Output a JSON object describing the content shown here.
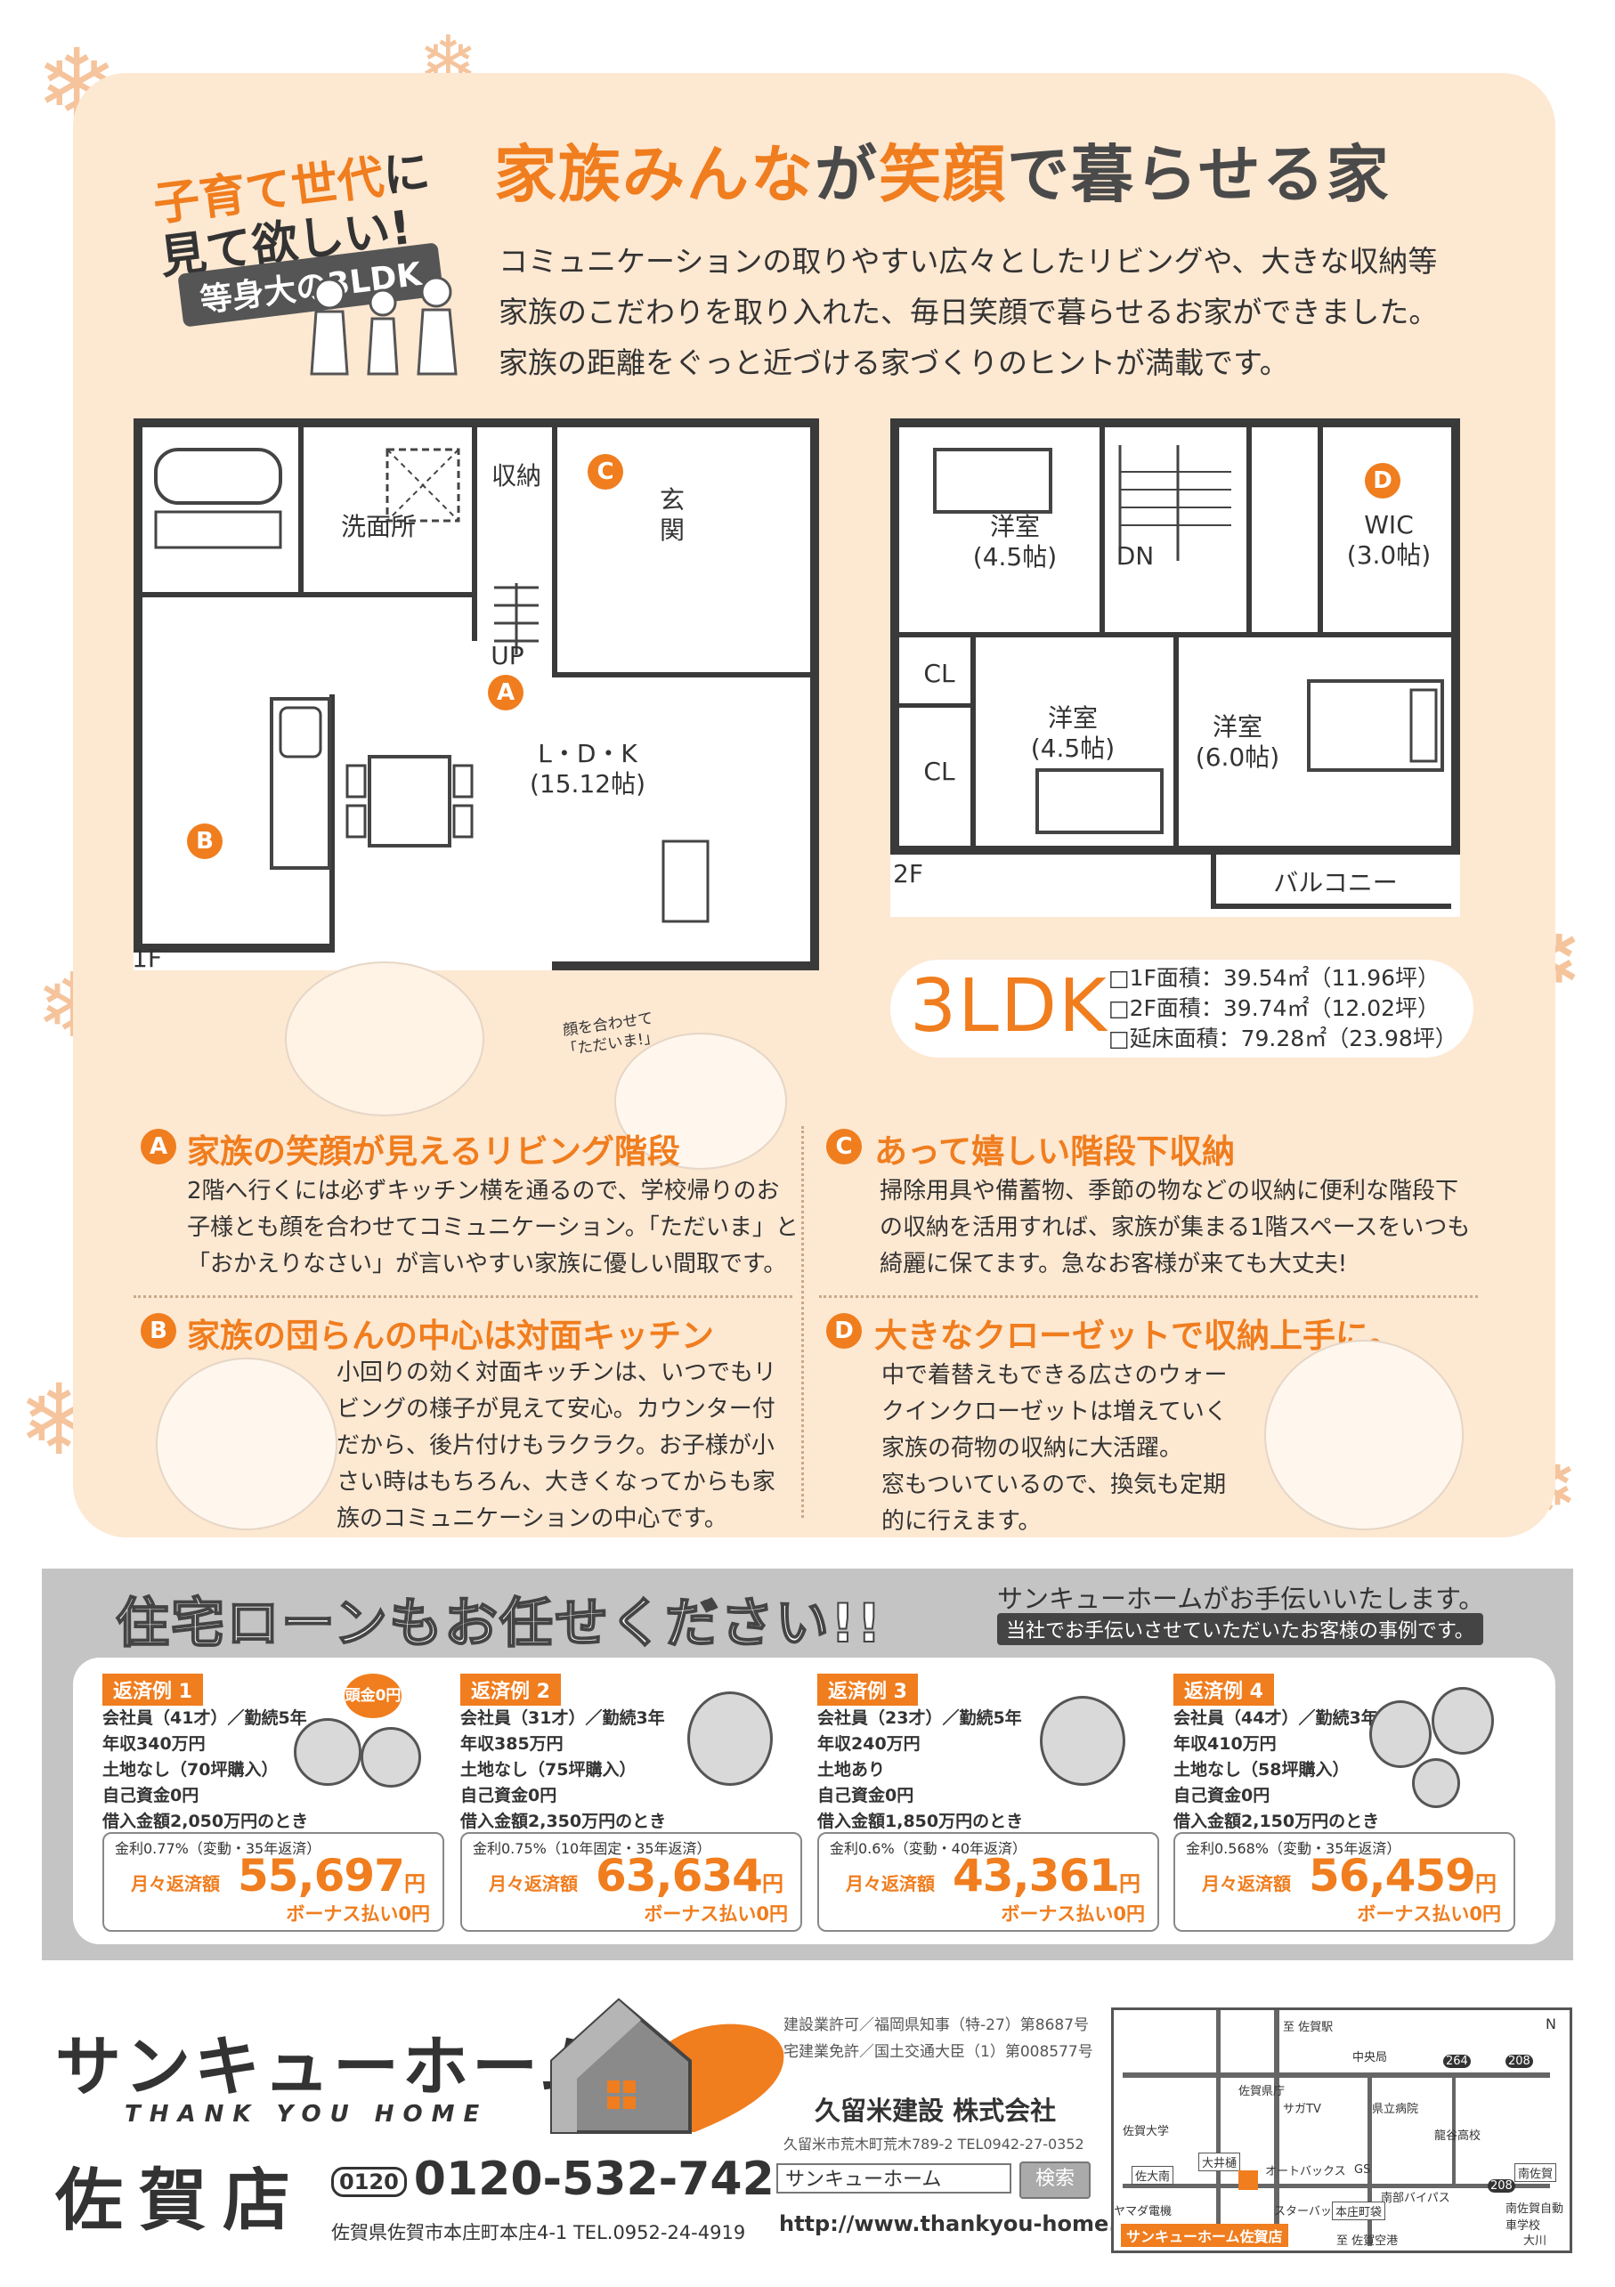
{
  "badge": {
    "line1_orange": "子育て世代",
    "line1_dark": "に",
    "line2": "見て欲しい!",
    "line3": "等身大の3LDK"
  },
  "header": {
    "title_part1": "家族みんな",
    "title_part2": "が",
    "title_part3": "笑顔",
    "title_part4": "で暮らせる家",
    "intro": [
      "コミュニケーションの取りやすい広々としたリビングや、大きな収納等",
      "家族のこだわりを取り入れた、毎日笑顔で暮らせるお家ができました。",
      "家族の距離をぐっと近づける家づくりのヒントが満載です。"
    ]
  },
  "floorplan": {
    "f1": {
      "floor": "1F",
      "washroom": "洗面所",
      "storage": "収納",
      "entrance": "玄関",
      "up": "UP",
      "ldk": "L・D・K",
      "ldk_size": "(15.12帖)"
    },
    "f2": {
      "floor": "2F",
      "room1": "洋室",
      "room1_size": "(4.5帖)",
      "dn": "DN",
      "wic": "WIC",
      "wic_size": "(3.0帖)",
      "cl1": "CL",
      "cl2": "CL",
      "room2": "洋室",
      "room2_size": "(4.5帖)",
      "room3": "洋室",
      "room3_size": "(6.0帖)",
      "balcony": "バルコニー"
    },
    "markers": [
      "A",
      "B",
      "C",
      "D"
    ]
  },
  "layout_summary": {
    "type": "3LDK",
    "areas": [
      "□1F面積：39.54㎡（11.96坪）",
      "□2F面積：39.74㎡（12.02坪）",
      "□延床面積：79.28㎡（23.98坪）"
    ]
  },
  "speech": {
    "line1": "顔を合わせて",
    "line2": "「ただいま!」"
  },
  "features": [
    {
      "marker": "A",
      "title": "家族の笑顔が見えるリビング階段",
      "body": [
        "2階へ行くには必ずキッチン横を通るので、学校帰りのお",
        "子様とも顔を合わせてコミュニケーション。「ただいま」と",
        "「おかえりなさい」が言いやすい家族に優しい間取です。"
      ]
    },
    {
      "marker": "C",
      "title": "あって嬉しい階段下収納",
      "body": [
        "掃除用具や備蓄物、季節の物などの収納に便利な階段下",
        "の収納を活用すれば、家族が集まる1階スペースをいつも",
        "綺麗に保てます。急なお客様が来ても大丈夫!"
      ]
    },
    {
      "marker": "B",
      "title": "家族の団らんの中心は対面キッチン",
      "body": [
        "小回りの効く対面キッチンは、いつでもリ",
        "ビングの様子が見えて安心。カウンター付",
        "だから、後片付けもラクラク。お子様が小",
        "さい時はもちろん、大きくなってからも家",
        "族のコミュニケーションの中心です。"
      ]
    },
    {
      "marker": "D",
      "title": "大きなクローゼットで収納上手に。",
      "body": [
        "中で着替えもできる広さのウォー",
        "クインクローゼットは増えていく",
        "家族の荷物の収納に大活躍。",
        "窓もついているので、換気も定期",
        "的に行えます。"
      ]
    }
  ],
  "loan": {
    "title": "住宅ローンもお任せください!!",
    "sub1": "サンキューホームがお手伝いいたします。",
    "sub2": "当社でお手伝いさせていただいたお客様の事例です。",
    "cases": [
      {
        "tag": "返済例 1",
        "info": [
          "会社員（41才）／勤続5年",
          "年収340万円",
          "土地なし（70坪購入）",
          "自己資金0円",
          "借入金額2,050万円のとき"
        ],
        "rate": "金利0.77%（変動・35年返済）",
        "monthly_label": "月々返済額",
        "monthly": "55,697",
        "yen": "円",
        "bonus": "ボーナス払い0円",
        "extra": "頭金0円"
      },
      {
        "tag": "返済例 2",
        "info": [
          "会社員（31才）／勤続3年",
          "年収385万円",
          "土地なし（75坪購入）",
          "自己資金0円",
          "借入金額2,350万円のとき"
        ],
        "rate": "金利0.75%（10年固定・35年返済）",
        "monthly_label": "月々返済額",
        "monthly": "63,634",
        "yen": "円",
        "bonus": "ボーナス払い0円"
      },
      {
        "tag": "返済例 3",
        "info": [
          "会社員（23才）／勤続5年",
          "年収240万円",
          "土地あり",
          "自己資金0円",
          "借入金額1,850万円のとき"
        ],
        "rate": "金利0.6%（変動・40年返済）",
        "monthly_label": "月々返済額",
        "monthly": "43,361",
        "yen": "円",
        "bonus": "ボーナス払い0円"
      },
      {
        "tag": "返済例 4",
        "info": [
          "会社員（44才）／勤続3年",
          "年収410万円",
          "土地なし（58坪購入）",
          "自己資金0円",
          "借入金額2,150万円のとき"
        ],
        "rate": "金利0.568%（変動・35年返済）",
        "monthly_label": "月々返済額",
        "monthly": "56,459",
        "yen": "円",
        "bonus": "ボーナス払い0円"
      }
    ]
  },
  "footer": {
    "logo": "サンキューホーム",
    "logo_en": "THANK YOU HOME",
    "store": "佐賀店",
    "freedial": "0120",
    "phone": "0120-532-742",
    "address": "佐賀県佐賀市本庄町本庄4-1 TEL.0952-24-4919",
    "licenses": [
      "建設業許可／福岡県知事（特-27）第8687号",
      "宅建業免許／国土交通大臣（1）第008577号"
    ],
    "company": "久留米建設 株式会社",
    "company_address": "久留米市荒木町荒木789-2 TEL0942-27-0352",
    "search_value": "サンキューホーム",
    "search_button": "検索",
    "url": "http://www.thankyou-home.jp"
  },
  "map": {
    "labels": [
      "至 佐賀駅",
      "中央局",
      "佐賀県庁",
      "サガTV",
      "県立病院",
      "龍谷高校",
      "佐賀大学",
      "大井樋",
      "オートバックス",
      "GS",
      "南部バイパス",
      "南佐賀",
      "佐大南",
      "ヤマダ電機",
      "スターバックス",
      "本庄町袋",
      "南佐賀自動車学校",
      "大川",
      "至 佐賀空港",
      "264",
      "208",
      "208",
      "N"
    ],
    "store_label": "サンキューホーム佐賀店",
    "accent": "#f07d1e"
  },
  "colors": {
    "accent": "#f07d1e",
    "panel": "#fde8d2",
    "loan_bg": "#c4c4c4"
  }
}
